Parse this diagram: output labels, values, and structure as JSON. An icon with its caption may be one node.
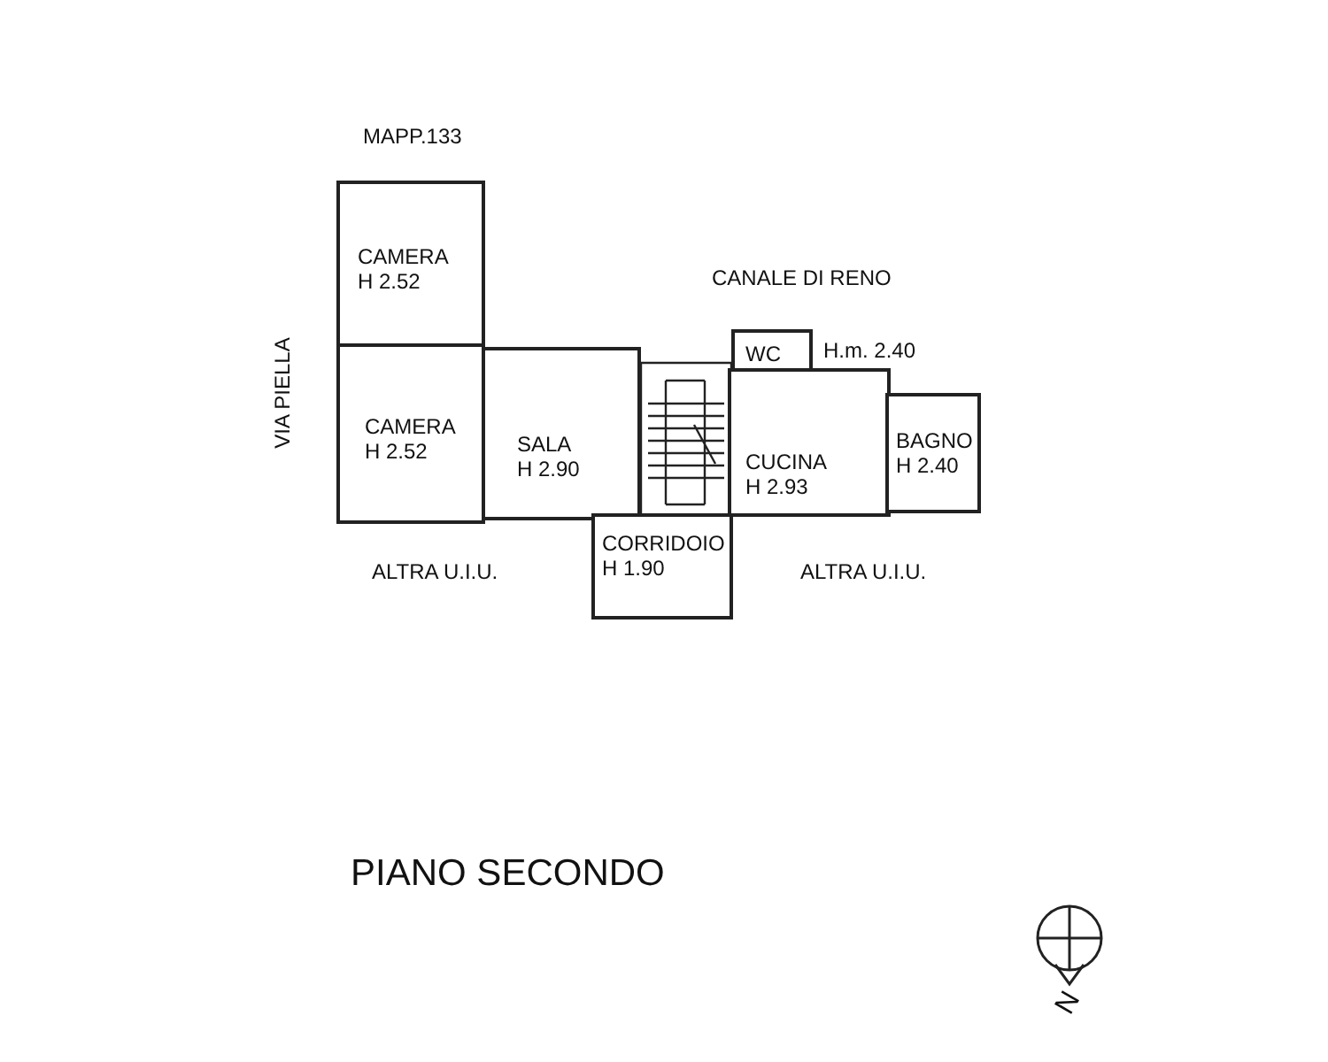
{
  "diagram": {
    "title": "PIANO SECONDO",
    "nodes": [
      {
        "text": [
          "CAMERA",
          "H 2.52"
        ]
      },
      {
        "text": [
          "WC"
        ],
        "beside": [
          "H.m. 2.40"
        ]
      },
      {
        "text": [
          "CAMERA",
          "H 2.52"
        ]
      },
      {
        "text": [
          "SALA",
          "H 2.90"
        ]
      },
      {
        "text": [
          "CUCINA",
          "H 2.93"
        ]
      },
      {
        "text": [
          "BAGNO",
          "H 2.40"
        ]
      },
      {
        "text": [
          "CORRIDOIO",
          "H 1.90"
        ]
      }
    ],
    "labels": [
      "MAPP.133",
      "CANALE DI RENO",
      "VIA PIELLA",
      "ALTRA U.I.U.",
      "ALTRA U.I.U.",
      "N"
    ]
  }
}
